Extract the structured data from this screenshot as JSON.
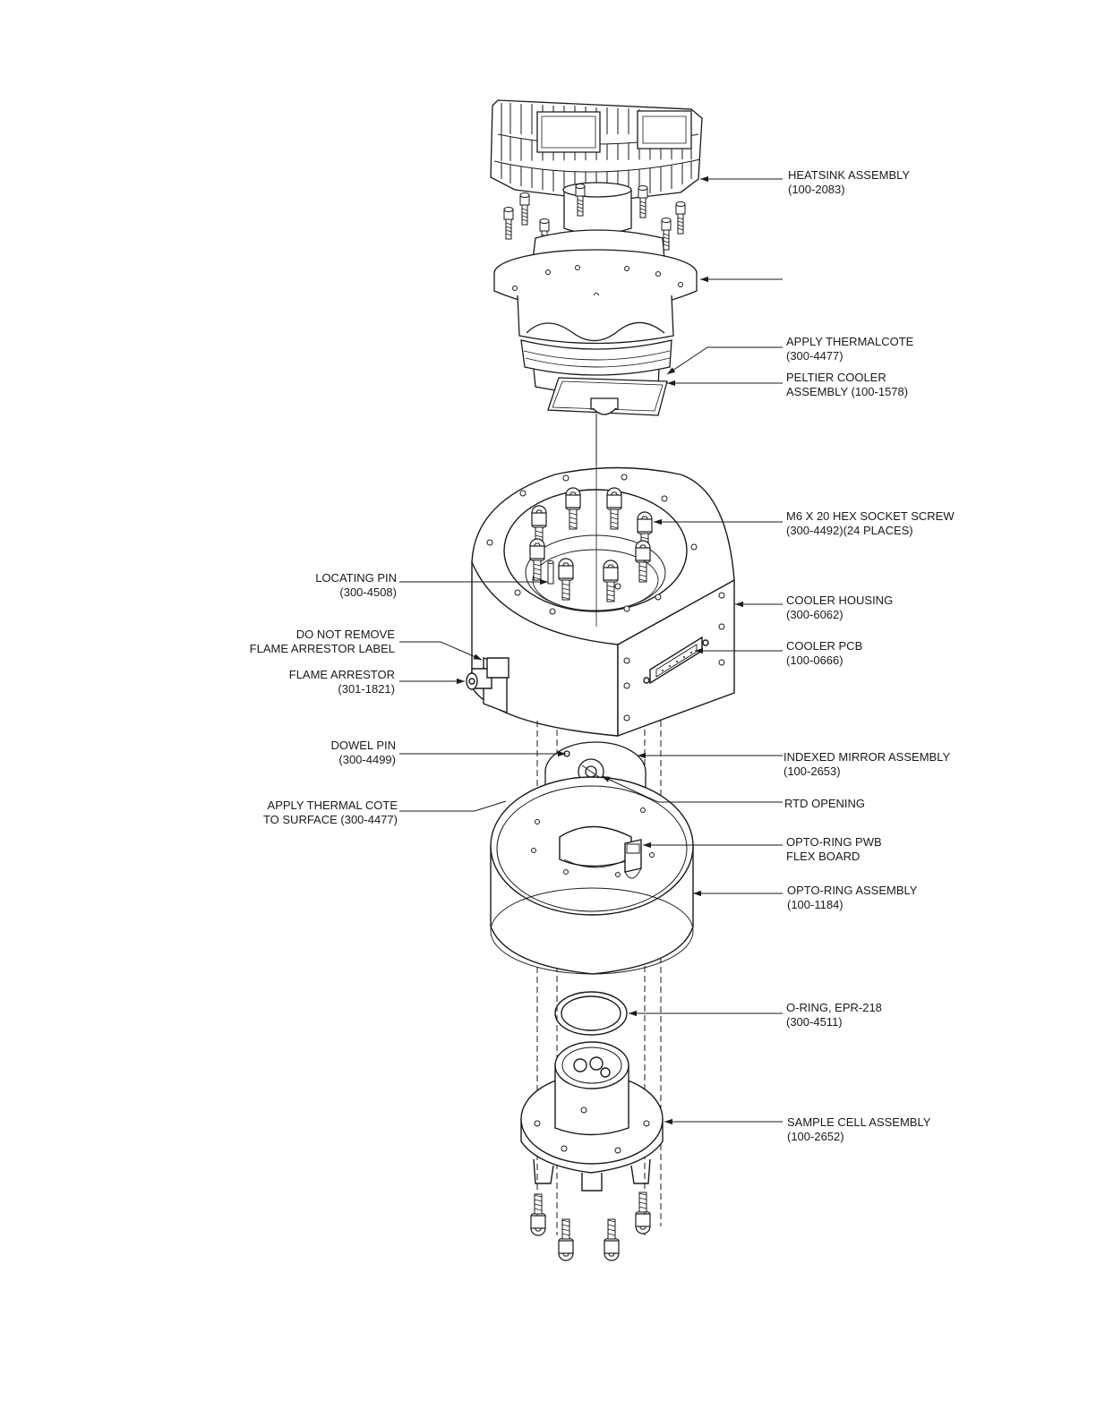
{
  "labels": {
    "heatsink": [
      "HEATSINK ASSEMBLY",
      "(100-2083)"
    ],
    "thermalcote_top": [
      "APPLY THERMALCOTE",
      "(300-4477)"
    ],
    "peltier": [
      "PELTIER COOLER",
      "ASSEMBLY (100-1578)"
    ],
    "hex_screw": [
      "M6 X 20 HEX SOCKET SCREW",
      "(300-4492)(24 PLACES)"
    ],
    "locating_pin": [
      "LOCATING PIN",
      "(300-4508)"
    ],
    "cooler_housing": [
      "COOLER HOUSING",
      "(300-6062)"
    ],
    "arrestor_label": [
      "DO NOT REMOVE",
      "FLAME ARRESTOR LABEL"
    ],
    "cooler_pcb": [
      "COOLER PCB",
      "(100-0666)"
    ],
    "flame_arrestor": [
      "FLAME ARRESTOR",
      "(301-1821)"
    ],
    "dowel_pin": [
      "DOWEL PIN",
      "(300-4499)"
    ],
    "indexed_mirror": [
      "INDEXED MIRROR ASSEMBLY",
      "(100-2653)"
    ],
    "rtd_opening": [
      "RTD OPENING"
    ],
    "thermal_cote_surface": [
      "APPLY THERMAL COTE",
      "TO SURFACE (300-4477)"
    ],
    "opto_pwb": [
      "OPTO-RING PWB",
      "FLEX BOARD"
    ],
    "opto_ring": [
      "OPTO-RING ASSEMBLY",
      "(100-1184)"
    ],
    "o_ring": [
      "O-RING, EPR-218",
      "(300-4511)"
    ],
    "sample_cell": [
      "SAMPLE CELL ASSEMBLY",
      "(100-2652)"
    ]
  },
  "colors": {
    "line": "#1a1a1a",
    "fill": "#ffffff",
    "shade": "#d8d8d8"
  }
}
